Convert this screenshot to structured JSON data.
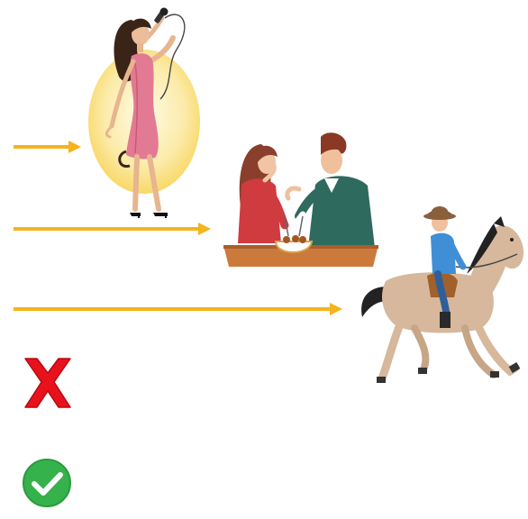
{
  "scene": {
    "illustrations": [
      "singer-illustration",
      "couple-dining-illustration",
      "cowboy-on-horse-illustration"
    ],
    "arrows": [
      "arrow-short",
      "arrow-medium",
      "arrow-long"
    ],
    "icons": [
      "cross-icon",
      "check-icon"
    ]
  },
  "colors": {
    "arrow": "#f5b31c",
    "cross": "#e8121c",
    "check": "#36b24c",
    "spotlight": "#fbe58a"
  }
}
